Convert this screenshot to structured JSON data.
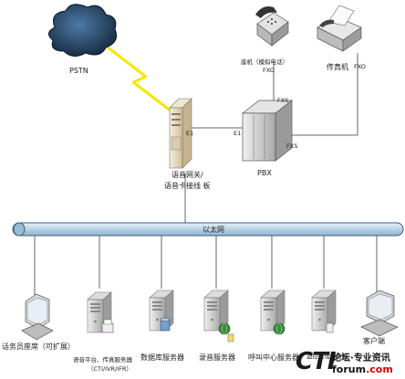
{
  "labels": {
    "pstn": "PSTN",
    "phone": "座机（模拟电话）",
    "fax": "传真机",
    "fxo_phone": "FXO",
    "fxo_fax": "FXO",
    "fxs_top": "FXS",
    "fxs_right": "FXS",
    "e1_left": "E1",
    "e1_right": "E1",
    "gateway_1": "语音网关/",
    "gateway_2": "语音卡接线 板",
    "pbx": "PBX",
    "ethernet": "以太网",
    "agent": "话务员座席（可扩展）",
    "ivr_1": "语音平台、传真服务器",
    "ivr_2": "（CTI/IVR/IFR）",
    "db": "数据库服务器",
    "rec": "录音服务器",
    "cti": "呼叫中心服务器",
    "mon": "监控管理服务器",
    "client": "客户端"
  },
  "watermark": {
    "brand": "CTI",
    "slogan": "论坛·专业资讯",
    "domain_prefix": "forum",
    "domain_suffix": ".com"
  },
  "colors": {
    "bus": "#b9d3e6",
    "bus_stroke": "#3c5f7a",
    "cloud": "#1e3a5c",
    "lightning": "#f6e600",
    "server": "#c9c9c9",
    "server_beige": "#e7dcc4",
    "line": "#666666"
  },
  "icons": [
    "cloud-icon",
    "telephone-icon",
    "fax-icon",
    "gateway-server-icon",
    "pbx-icon",
    "workstation-icon",
    "server-icon",
    "database-icon",
    "globe-icon"
  ]
}
